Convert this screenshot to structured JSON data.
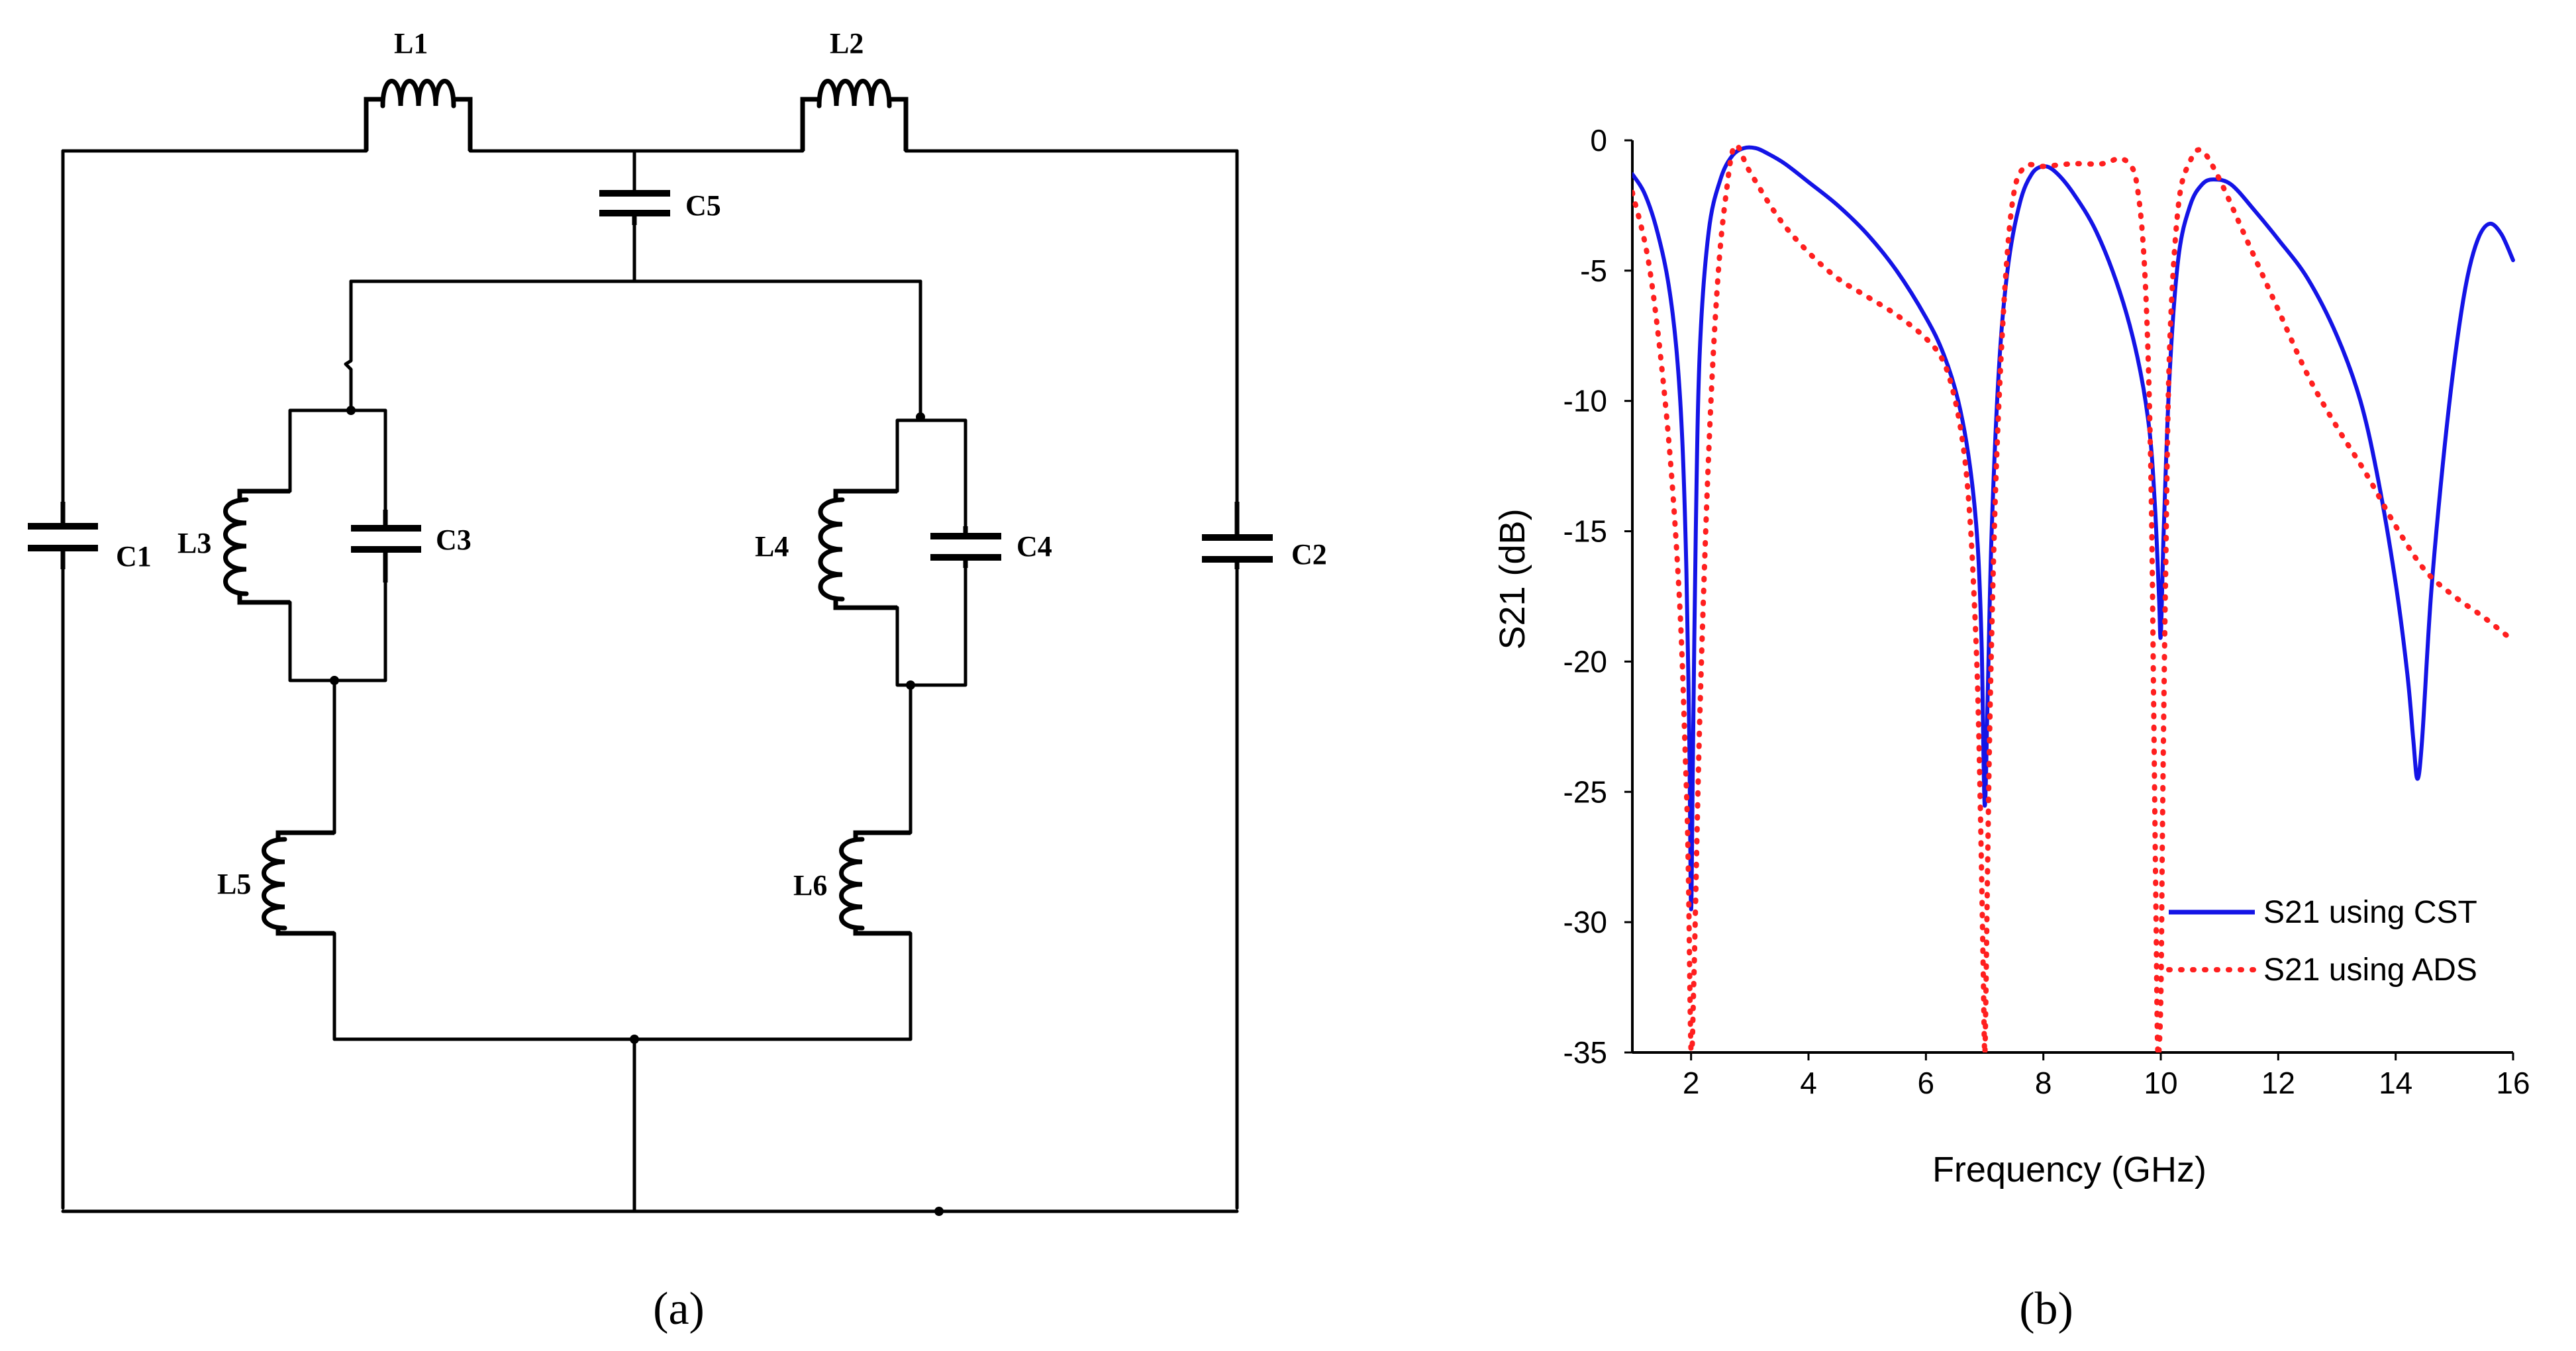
{
  "circuit": {
    "labels": {
      "L1": "L1",
      "L2": "L2",
      "L3": "L3",
      "L4": "L4",
      "L5": "L5",
      "L6": "L6",
      "C1": "C1",
      "C2": "C2",
      "C3": "C3",
      "C4": "C4",
      "C5": "C5"
    },
    "panel_label": "(a)"
  },
  "panel_b_label": "(b)",
  "chart_data": {
    "type": "line",
    "title": "",
    "xlabel": "Frequency (GHz)",
    "ylabel": "S21 (dB)",
    "xlim": [
      1,
      16
    ],
    "ylim": [
      -35,
      0
    ],
    "xticks": [
      2,
      4,
      6,
      8,
      10,
      12,
      14,
      16
    ],
    "yticks": [
      0,
      -5,
      -10,
      -15,
      -20,
      -25,
      -30,
      -35
    ],
    "grid": false,
    "legend_position": "bottom-right",
    "series": [
      {
        "name": "S21 using CST",
        "color": "#1414e6",
        "style": "solid",
        "x": [
          1.0,
          1.2,
          1.4,
          1.6,
          1.75,
          1.85,
          1.92,
          1.97,
          2.0,
          2.03,
          2.08,
          2.15,
          2.3,
          2.5,
          2.7,
          2.9,
          3.1,
          3.3,
          3.6,
          4.0,
          4.5,
          5.0,
          5.5,
          6.0,
          6.3,
          6.55,
          6.75,
          6.88,
          6.95,
          7.0,
          7.05,
          7.12,
          7.25,
          7.4,
          7.6,
          7.8,
          8.0,
          8.2,
          8.5,
          8.9,
          9.3,
          9.6,
          9.8,
          9.9,
          9.97,
          10.0,
          10.05,
          10.15,
          10.3,
          10.5,
          10.7,
          10.9,
          11.2,
          11.6,
          12.0,
          12.5,
          13.0,
          13.4,
          13.7,
          14.0,
          14.2,
          14.3,
          14.37,
          14.45,
          14.6,
          14.8,
          15.0,
          15.2,
          15.4,
          15.6,
          15.8,
          16.0
        ],
        "y": [
          -1.3,
          -2.0,
          -3.3,
          -5.3,
          -8.0,
          -11.5,
          -16.5,
          -23.0,
          -29.5,
          -24.0,
          -15.0,
          -8.0,
          -3.5,
          -1.5,
          -0.6,
          -0.3,
          -0.3,
          -0.5,
          -0.9,
          -1.6,
          -2.5,
          -3.6,
          -5.0,
          -6.8,
          -8.2,
          -10.0,
          -12.5,
          -15.5,
          -19.5,
          -25.5,
          -21.5,
          -15.0,
          -8.5,
          -4.8,
          -2.4,
          -1.3,
          -1.0,
          -1.2,
          -2.0,
          -3.5,
          -5.8,
          -8.3,
          -11.0,
          -14.0,
          -17.5,
          -19.0,
          -15.0,
          -9.0,
          -4.5,
          -2.5,
          -1.7,
          -1.5,
          -1.7,
          -2.7,
          -3.8,
          -5.3,
          -7.5,
          -10.0,
          -13.0,
          -17.0,
          -20.5,
          -23.0,
          -24.5,
          -23.0,
          -17.5,
          -12.5,
          -8.5,
          -5.5,
          -3.8,
          -3.2,
          -3.6,
          -4.6
        ]
      },
      {
        "name": "S21 using ADS",
        "color": "#ff1f1f",
        "style": "dotted",
        "x": [
          1.0,
          1.3,
          1.6,
          1.8,
          1.9,
          1.95,
          2.0,
          2.05,
          2.15,
          2.3,
          2.45,
          2.6,
          2.75,
          3.0,
          3.5,
          4.0,
          4.5,
          5.0,
          5.5,
          6.0,
          6.3,
          6.5,
          6.65,
          6.75,
          6.82,
          6.88,
          6.93,
          6.97,
          7.0,
          7.02,
          7.05,
          7.1,
          7.2,
          7.35,
          7.5,
          7.7,
          8.0,
          8.5,
          9.0,
          9.3,
          9.5,
          9.6,
          9.7,
          9.78,
          9.84,
          9.88,
          9.92,
          9.95,
          10.0,
          10.03,
          10.08,
          10.15,
          10.3,
          10.5,
          10.7,
          11.0,
          11.5,
          12.0,
          12.5,
          13.0,
          13.5,
          14.0,
          14.5,
          15.0,
          15.5,
          16.0
        ],
        "y": [
          -2.0,
          -5.0,
          -11.0,
          -17.5,
          -23.5,
          -27.5,
          -35.0,
          -32.0,
          -22.0,
          -12.0,
          -5.5,
          -2.0,
          -0.2,
          -1.2,
          -3.0,
          -4.3,
          -5.3,
          -6.0,
          -6.7,
          -7.6,
          -8.5,
          -10.0,
          -12.0,
          -14.5,
          -17.5,
          -21.0,
          -26.0,
          -31.0,
          -35.0,
          -33.0,
          -28.0,
          -21.0,
          -12.5,
          -5.5,
          -2.0,
          -1.0,
          -1.0,
          -0.9,
          -0.9,
          -0.7,
          -1.0,
          -1.8,
          -4.0,
          -8.0,
          -14.0,
          -22.0,
          -30.0,
          -35.0,
          -33.0,
          -26.0,
          -17.0,
          -8.0,
          -2.5,
          -0.8,
          -0.4,
          -1.5,
          -4.0,
          -6.5,
          -9.0,
          -11.0,
          -12.8,
          -14.8,
          -16.5,
          -17.5,
          -18.3,
          -19.2
        ]
      }
    ]
  }
}
